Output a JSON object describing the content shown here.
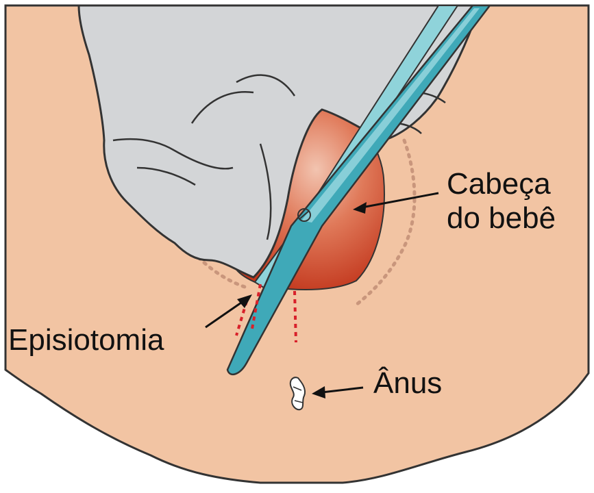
{
  "labels": {
    "head_line1": "Cabeça",
    "head_line2": "do bebê",
    "episiotomy": "Episiotomia",
    "anus": "Ânus"
  },
  "colors": {
    "skin": "#f2c4a3",
    "skin_outline": "#333333",
    "glove": "#d3d5d7",
    "baby_head": "#cc4a2a",
    "baby_head_light": "#e8a58a",
    "scissors": "#3fa9b8",
    "scissors_light": "#8fd3da",
    "incision": "#d8202a",
    "dotted_outline": "#c9967c"
  }
}
